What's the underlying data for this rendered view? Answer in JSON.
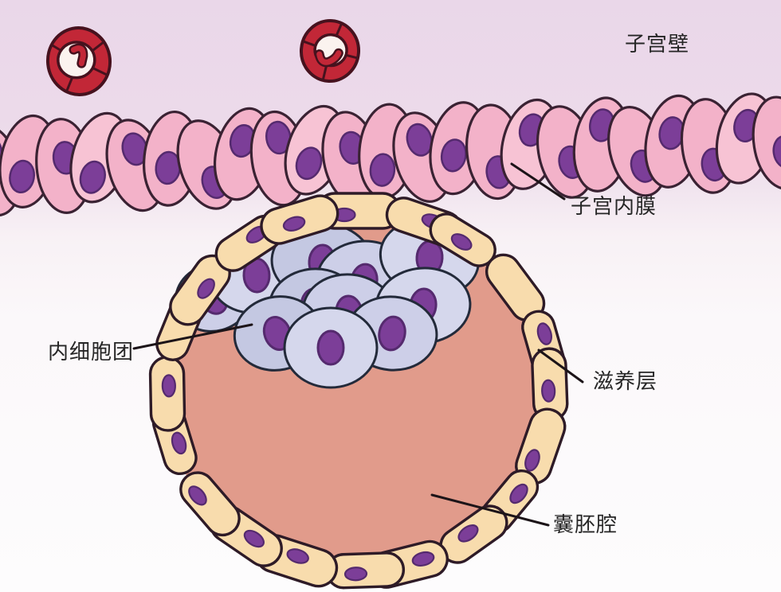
{
  "figure": {
    "description": "Blastocyst implantation diagram near uterine wall",
    "labels": {
      "uterine_wall": {
        "text": "子宫壁"
      },
      "endometrium": {
        "text": "子宫内膜"
      },
      "inner_cell_mass": {
        "text": "内细胞团"
      },
      "trophoblast": {
        "text": "滋养层"
      },
      "blastocoel": {
        "text": "囊胚腔"
      }
    },
    "counts": {
      "blood_vessels": 2,
      "epithelial_cells": 23,
      "trophoblast_cells": 20,
      "icm_cells": 11
    },
    "colors": {
      "background_top": "#EAD7E9",
      "background_mid": "#F0E3EE",
      "background_bottom": "#FDFCFD",
      "epithelial_cell": "#F3B2C9",
      "epithelial_cell_light": "#F7C3D4",
      "cell_outline": "#3A2233",
      "nucleus": "#7C3E98",
      "nucleus_outline": "#552A6E",
      "vessel_ring": "#C22737",
      "vessel_outline": "#46121E",
      "vessel_lumen": "#FBF3EF",
      "blastocoel_cavity": "#E19B8B",
      "trophoblast_cell": "#F8DCAD",
      "trophoblast_outline": "#2E1B27",
      "icm_cell": "#CDCFE8",
      "icm_cell_light": "#D5D7EC",
      "icm_cell_dark": "#C4C8E2",
      "icm_outline": "#232A3A",
      "label_line": "#1C1418",
      "label_text": "#262626"
    }
  }
}
